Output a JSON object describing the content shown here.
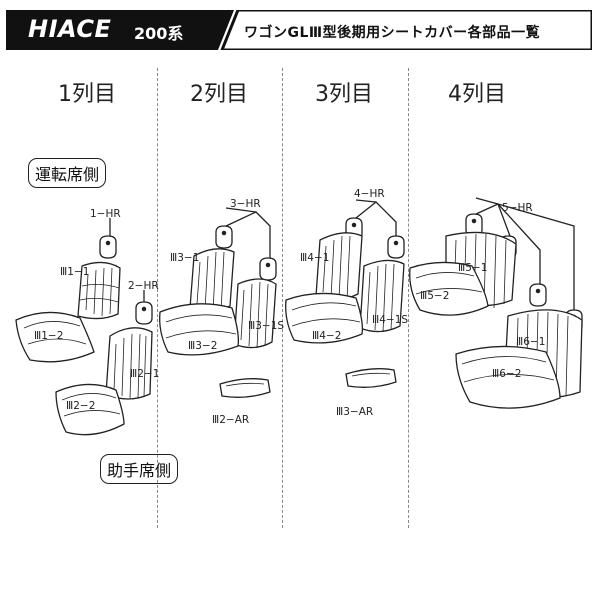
{
  "header": {
    "brand": "HIACE",
    "series": "200系",
    "title": "ワゴンGLⅢ型後期用シートカバー各部品一覧"
  },
  "columns": [
    "1列目",
    "2列目",
    "3列目",
    "4列目"
  ],
  "sides": {
    "driver": "運転席側",
    "passenger": "助手席側"
  },
  "parts": {
    "hr1": "1−HR",
    "p1_1": "Ⅲ1−1",
    "p1_2": "Ⅲ1−2",
    "hr2": "2−HR",
    "p2_1": "Ⅲ2−1",
    "p2_2": "Ⅲ2−2",
    "hr3": "3−HR",
    "p3_1": "Ⅲ3−1",
    "p3_2": "Ⅲ3−2",
    "p3_1s": "Ⅲ3−1S",
    "ar2": "Ⅲ2−AR",
    "hr4": "4−HR",
    "p4_1": "Ⅲ4−1",
    "p4_2": "Ⅲ4−2",
    "p4_1s": "Ⅲ4−1S",
    "ar3": "Ⅲ3−AR",
    "hr5": "5−HR",
    "p5_1": "Ⅲ5−1",
    "p5_2": "Ⅲ5−2",
    "p6_1": "Ⅲ6−1",
    "p6_2": "Ⅲ6−2"
  },
  "colors": {
    "banner_dark": "#111111",
    "banner_light": "#ffffff",
    "line": "#222222"
  }
}
